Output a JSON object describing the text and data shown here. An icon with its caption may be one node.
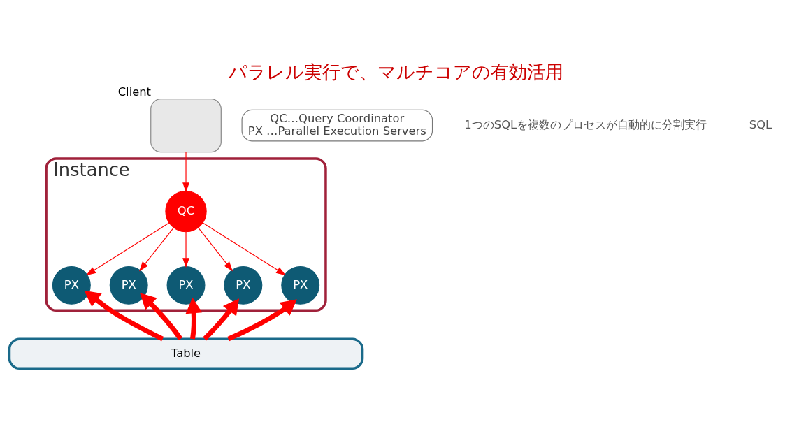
{
  "diagram": {
    "title": "パラレル実行で、マルチコアの有効活用",
    "nodes": [
      {
        "text": [],
        "shape": "box",
        "beside": [
          "Client"
        ]
      },
      {
        "text": [
          "Instance"
        ]
      },
      {
        "text": [
          "QC"
        ],
        "in": 1
      },
      {
        "text": [
          "PX"
        ],
        "in": 1
      },
      {
        "text": [
          "PX"
        ],
        "in": 1
      },
      {
        "text": [
          "PX"
        ],
        "in": 1
      },
      {
        "text": [
          "PX"
        ],
        "in": 1
      },
      {
        "text": [
          "PX"
        ],
        "in": 1
      },
      {
        "text": [
          "Table"
        ]
      },
      {
        "text": [
          "QC…Query Coordinator",
          "PX …Parallel Execution Servers"
        ]
      }
    ],
    "edges": [
      {
        "from": 0,
        "to": 2,
        "arrow": "to"
      },
      {
        "from": 2,
        "to": 3,
        "arrow": "to"
      },
      {
        "from": 2,
        "to": 4,
        "arrow": "to"
      },
      {
        "from": 2,
        "to": 5,
        "arrow": "to"
      },
      {
        "from": 2,
        "to": 6,
        "arrow": "to"
      },
      {
        "from": 2,
        "to": 7,
        "arrow": "to"
      },
      {
        "from": 8,
        "to": 3,
        "arrow": "to",
        "style": "thick"
      },
      {
        "from": 8,
        "to": 4,
        "arrow": "to",
        "style": "thick"
      },
      {
        "from": 8,
        "to": 5,
        "arrow": "to",
        "style": "thick"
      },
      {
        "from": 8,
        "to": 6,
        "arrow": "to",
        "style": "thick"
      },
      {
        "from": 8,
        "to": 7,
        "arrow": "to",
        "style": "thick"
      }
    ],
    "labels": [
      "1つのSQLを複数のプロセスが自動的に分割実行",
      "SQL"
    ]
  }
}
